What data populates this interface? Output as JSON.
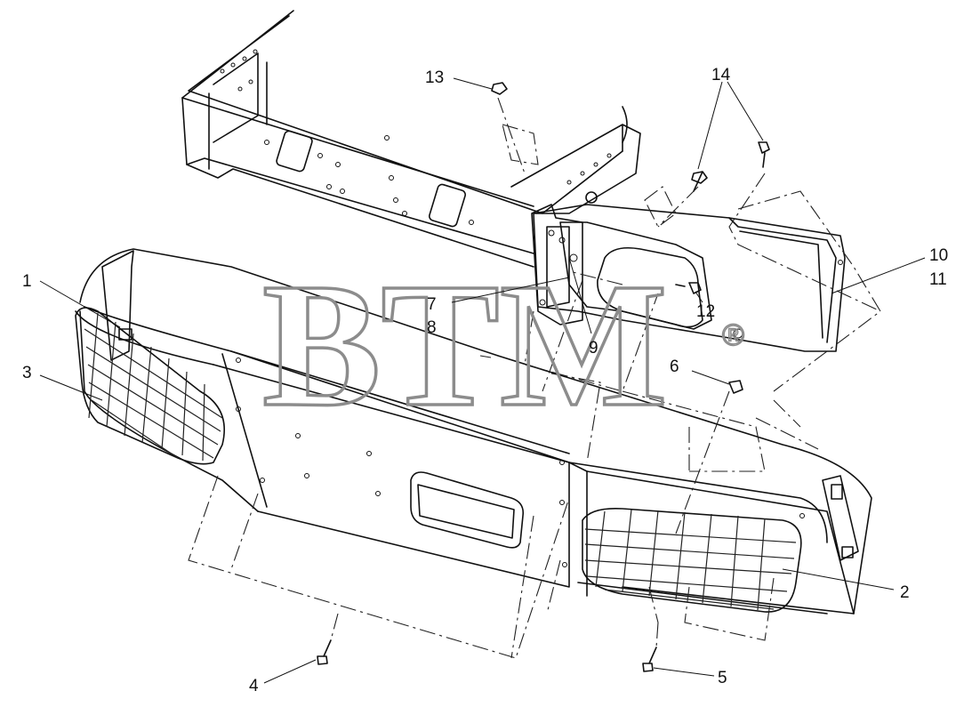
{
  "watermark": {
    "text": "BTM",
    "mark": "®"
  },
  "labels": [
    {
      "id": "1",
      "text": "1"
    },
    {
      "id": "2",
      "text": "2"
    },
    {
      "id": "3",
      "text": "3"
    },
    {
      "id": "4",
      "text": "4"
    },
    {
      "id": "5",
      "text": "5"
    },
    {
      "id": "6",
      "text": "6"
    },
    {
      "id": "7",
      "text": "7"
    },
    {
      "id": "8",
      "text": "8"
    },
    {
      "id": "9",
      "text": "9"
    },
    {
      "id": "10",
      "text": "10"
    },
    {
      "id": "11",
      "text": "11"
    },
    {
      "id": "12",
      "text": "12"
    },
    {
      "id": "13",
      "text": "13"
    },
    {
      "id": "14",
      "text": "14"
    }
  ]
}
